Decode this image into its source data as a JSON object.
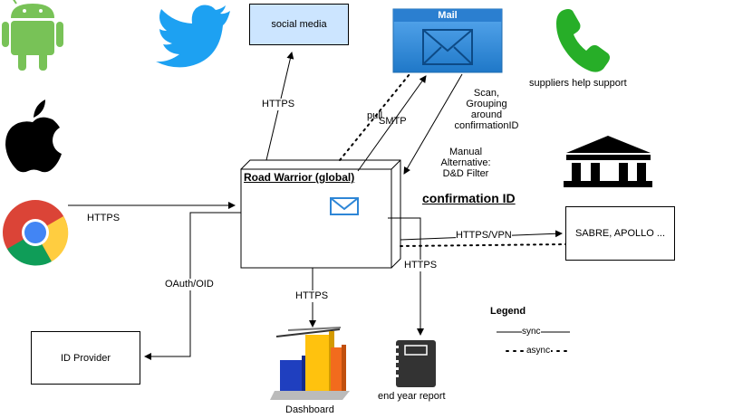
{
  "nodes": {
    "social_media": "social media",
    "mail": "Mail",
    "road_warrior": "Road Warrior (global)",
    "sabre": "SABRE, APOLLO ...",
    "id_provider": "ID Provider",
    "dashboard": "Dashboard",
    "end_year_report": "end year report",
    "suppliers": "suppliers help support"
  },
  "edges": {
    "https_social": "HTTPS",
    "pull": "pull",
    "smtp": "SMTP",
    "scan": "Scan,\nGrouping\naround\nconfirmationID",
    "manual": "Manual\nAlternative:\nD&D Filter",
    "https_chrome": "HTTPS",
    "oauth": "OAuth/OID",
    "https_vpn": "HTTPS/VPN",
    "https_report": "HTTPS",
    "https_dashboard": "HTTPS"
  },
  "annotations": {
    "confirmation_id": "confirmation ID"
  },
  "legend": {
    "title": "Legend",
    "sync": "sync",
    "async": "async"
  },
  "colors": {
    "android": "#78c257",
    "twitter": "#1da1f2",
    "mail_blue": "#2e86d6",
    "social_fill": "#cce5ff",
    "phone": "#27ae28",
    "road_warrior_fill": "#ffffff",
    "bank": "#000000"
  },
  "icons": [
    "android-icon",
    "twitter-icon",
    "apple-icon",
    "chrome-icon",
    "mail-icon",
    "phone-icon",
    "bank-icon",
    "envelope-icon",
    "dashboard-chart-icon",
    "notebook-icon"
  ]
}
